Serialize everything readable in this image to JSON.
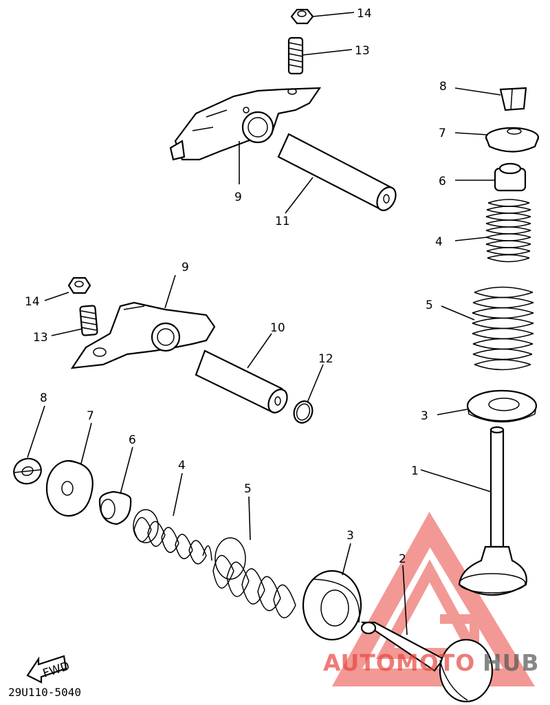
{
  "diagram": {
    "labels": {
      "top_14": "14",
      "top_13": "13",
      "top_9": "9",
      "top_11": "11",
      "mid_9": "9",
      "mid_14": "14",
      "mid_13": "13",
      "mid_10": "10",
      "mid_12": "12",
      "right_8": "8",
      "right_7": "7",
      "right_6": "6",
      "right_4": "4",
      "right_5": "5",
      "right_3": "3",
      "right_1": "1",
      "bot_8": "8",
      "bot_7": "7",
      "bot_6": "6",
      "bot_4": "4",
      "bot_5": "5",
      "bot_3": "3",
      "bot_2": "2"
    },
    "fwd_label": "FWD",
    "diagram_code": "29U110-5040"
  },
  "watermark": {
    "brand_part1": "AUTOMOTO",
    "brand_part2": "HUB",
    "color_main": "#e8463f",
    "color_second": "#555555"
  }
}
